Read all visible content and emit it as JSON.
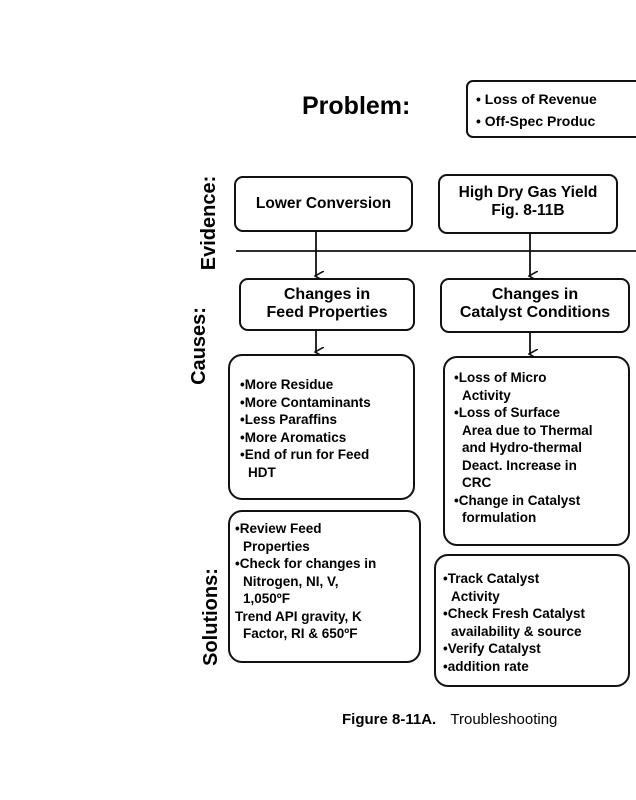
{
  "problem": {
    "label": "Problem:",
    "items": [
      "• Loss of Revenue",
      "• Off-Spec Produc"
    ]
  },
  "side_labels": {
    "evidence": "Evidence:",
    "causes": "Causes:",
    "solutions": "Solutions:"
  },
  "evidence": {
    "lower_conversion": "Lower Conversion",
    "high_dry_gas": {
      "line1": "High Dry Gas Yield",
      "line2": "Fig. 8-11B"
    }
  },
  "causes": {
    "feed": {
      "line1": "Changes in",
      "line2": "Feed Properties"
    },
    "catalyst": {
      "line1": "Changes in",
      "line2": "Catalyst Conditions"
    }
  },
  "details": {
    "feed": [
      "•More Residue",
      "•More Contaminants",
      "•Less Paraffins",
      "•More Aromatics",
      "•End of run for Feed",
      "HDT"
    ],
    "catalyst": [
      "•Loss of Micro",
      "Activity",
      "•Loss of Surface",
      "Area due to Thermal",
      "and Hydro-thermal",
      "Deact. Increase in",
      "CRC",
      "•Change in Catalyst",
      "formulation"
    ]
  },
  "solutions": {
    "feed": [
      "•Review Feed",
      "Properties",
      "•Check for changes in",
      "Nitrogen, NI, V,",
      "1,050ºF",
      "Trend API gravity, K",
      "Factor, RI & 650ºF"
    ],
    "catalyst": [
      "•Track Catalyst",
      "Activity",
      "•Check Fresh Catalyst",
      "availability & source",
      "•Verify Catalyst",
      "•addition rate"
    ]
  },
  "caption": {
    "label": "Figure 8-11A.",
    "text": "Troubleshooting"
  }
}
